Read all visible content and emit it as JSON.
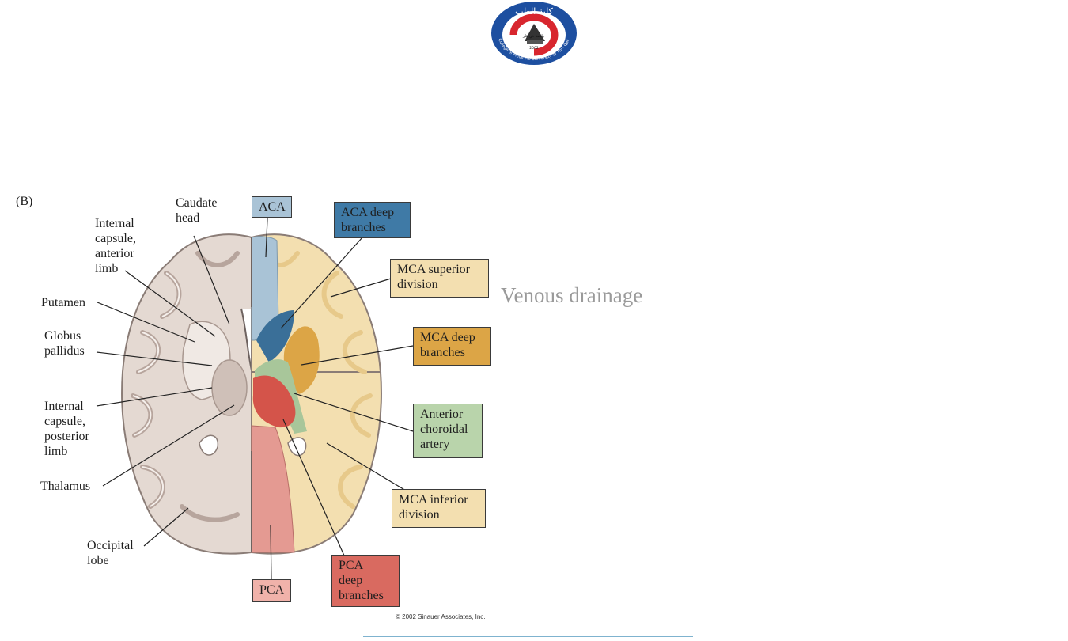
{
  "logo": {
    "arabic_top": "كلية الطب",
    "ring_text": "College of Medicine University of Thi - Qar",
    "inner_text": "جامعة ذي قار",
    "year": "2002"
  },
  "figure": {
    "panel_letter": "(B)",
    "left_labels": {
      "caudate_head": "Caudate\nhead",
      "internal_capsule_anterior": "Internal\ncapsule,\nanterior\nlimb",
      "putamen": "Putamen",
      "globus_pallidus": "Globus\npallidus",
      "internal_capsule_posterior": "Internal\ncapsule,\nposterior\nlimb",
      "thalamus": "Thalamus",
      "occipital_lobe": "Occipital\nlobe"
    },
    "territory_boxes": {
      "aca": "ACA",
      "aca_deep": "ACA deep\nbranches",
      "mca_superior": "MCA superior\ndivision",
      "mca_deep": "MCA deep\nbranches",
      "anterior_choroidal": "Anterior\nchoroidal\nartery",
      "mca_inferior": "MCA inferior\ndivision",
      "pca": "PCA",
      "pca_deep": "PCA\ndeep\nbranches"
    },
    "copyright": "© 2002 Sinauer Associates, Inc."
  },
  "heading": {
    "venous": "Venous drainage"
  },
  "colors": {
    "aca": "#a9c3d6",
    "aca_deep": "#3a6f98",
    "mca_superior": "#f3dfb0",
    "mca_deep": "#dca546",
    "anterior_choroidal": "#a8c69a",
    "mca_inferior": "#f3dfb0",
    "pca": "#e49a92",
    "pca_deep": "#d4544a",
    "logo_blue": "#1d4fa0",
    "logo_red": "#d8262e"
  }
}
